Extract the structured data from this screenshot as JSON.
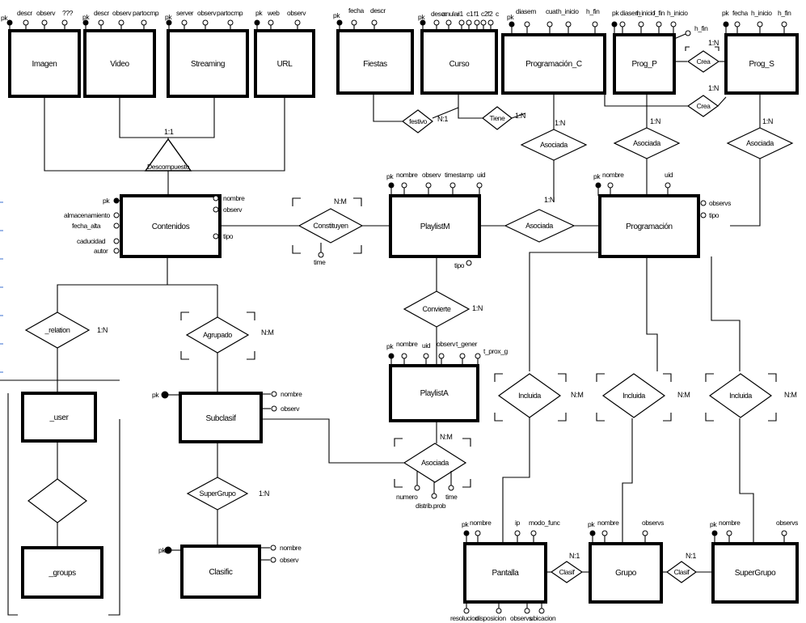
{
  "entities": {
    "imagen": "Imagen",
    "video": "Video",
    "streaming": "Streaming",
    "url": "URL",
    "fiestas": "Fiestas",
    "curso": "Curso",
    "programacion_c": "Programación_C",
    "prog_p": "Prog_P",
    "prog_s": "Prog_S",
    "contenidos": "Contenidos",
    "playlist_m": "PlaylistM",
    "programacion": "Programación",
    "user": "_user",
    "groups": "_groups",
    "subclasif": "Subclasif",
    "clasific": "Clasific",
    "playlist_a": "PlaylistA",
    "pantalla": "Pantalla",
    "grupo": "Grupo",
    "supergrupo": "SuperGrupo"
  },
  "relationships": {
    "descompuesto": "Descompuesto",
    "festivo": "festivo",
    "tiene": "Tiene",
    "crea_p": "Crea",
    "crea_s": "Crea",
    "asociada_c": "Asociada",
    "asociada_p": "Asociada",
    "asociada_s": "Asociada",
    "constituyen": "Constituyen",
    "asociada_main": "Asociada",
    "convierte": "Convierte",
    "relation": "_relation",
    "agrupado": "Agrupado",
    "supergrupo_rel": "SuperGrupo",
    "asociada_a": "Asociada",
    "incluida_1": "Incluida",
    "incluida_2": "Incluida",
    "incluida_3": "Incluida",
    "clasif_1": "Clasif",
    "clasif_2": "Clasif"
  },
  "attributes": {
    "imagen": [
      "pk",
      "descr",
      "observ",
      "???"
    ],
    "video": [
      "pk",
      "descr",
      "observ",
      "partocmp"
    ],
    "streaming": [
      "pk",
      "server",
      "observ",
      "partocmp"
    ],
    "url": [
      "pk",
      "web",
      "observ"
    ],
    "fiestas": [
      "pk",
      "fecha",
      "descr"
    ],
    "curso": [
      "pk",
      "descr",
      "anular",
      "i1",
      "c1",
      "f1",
      "c2",
      "f2",
      "c"
    ],
    "programacion_c": [
      "pk",
      "diasem",
      "cuat",
      "h_inicio",
      "h_fin"
    ],
    "prog_p": [
      "pk",
      "diasem",
      "f_inicio",
      "f_fin",
      "h_inicio",
      "h_fin"
    ],
    "prog_s": [
      "pk",
      "fecha",
      "h_inicio",
      "h_fin"
    ],
    "contenidos_right": [
      "nombre",
      "observ",
      "tipo"
    ],
    "contenidos_left": [
      "pk",
      "almacenamiento",
      "fecha_alta",
      "caducidad",
      "autor"
    ],
    "playlist_m": [
      "pk",
      "nombre",
      "observ",
      "timestamp",
      "uid",
      "tipo"
    ],
    "constituyen": [
      "time"
    ],
    "programacion": [
      "pk",
      "nombre",
      "uid",
      "observs",
      "tipo"
    ],
    "playlist_a": [
      "pk",
      "nombre",
      "uid",
      "observ",
      "t_gener",
      "t_prox_g"
    ],
    "subclasif": [
      "pk",
      "nombre",
      "observ"
    ],
    "clasific": [
      "pk",
      "nombre",
      "observ"
    ],
    "asociada_a": [
      "numero",
      "distrib.prob",
      "time"
    ],
    "pantalla": [
      "pk",
      "nombre",
      "ip",
      "modo_func",
      "resolucion",
      "disposicion",
      "observs",
      "ubicacion"
    ],
    "grupo": [
      "pk",
      "nombre",
      "observs"
    ],
    "supergrupo": [
      "pk",
      "nombre",
      "observs"
    ]
  },
  "cardinalities": {
    "descompuesto": "1:1",
    "festivo": "N:1",
    "tiene": "1:N",
    "crea_p": "1:N",
    "crea_s": "1:N",
    "asociada_c": "1:N",
    "asociada_p": "1:N",
    "asociada_s": "1:N",
    "asociada_main": "1:N",
    "constituyen": "N:M",
    "convierte": "1:N",
    "relation": "1:N",
    "agrupado": "N:M",
    "supergrupo_rel": "1:N",
    "asociada_a": "N:M",
    "incluida_1": "N:M",
    "incluida_2": "N:M",
    "incluida_3": "N:M",
    "clasif_1": "N:1",
    "clasif_2": "N:1"
  }
}
